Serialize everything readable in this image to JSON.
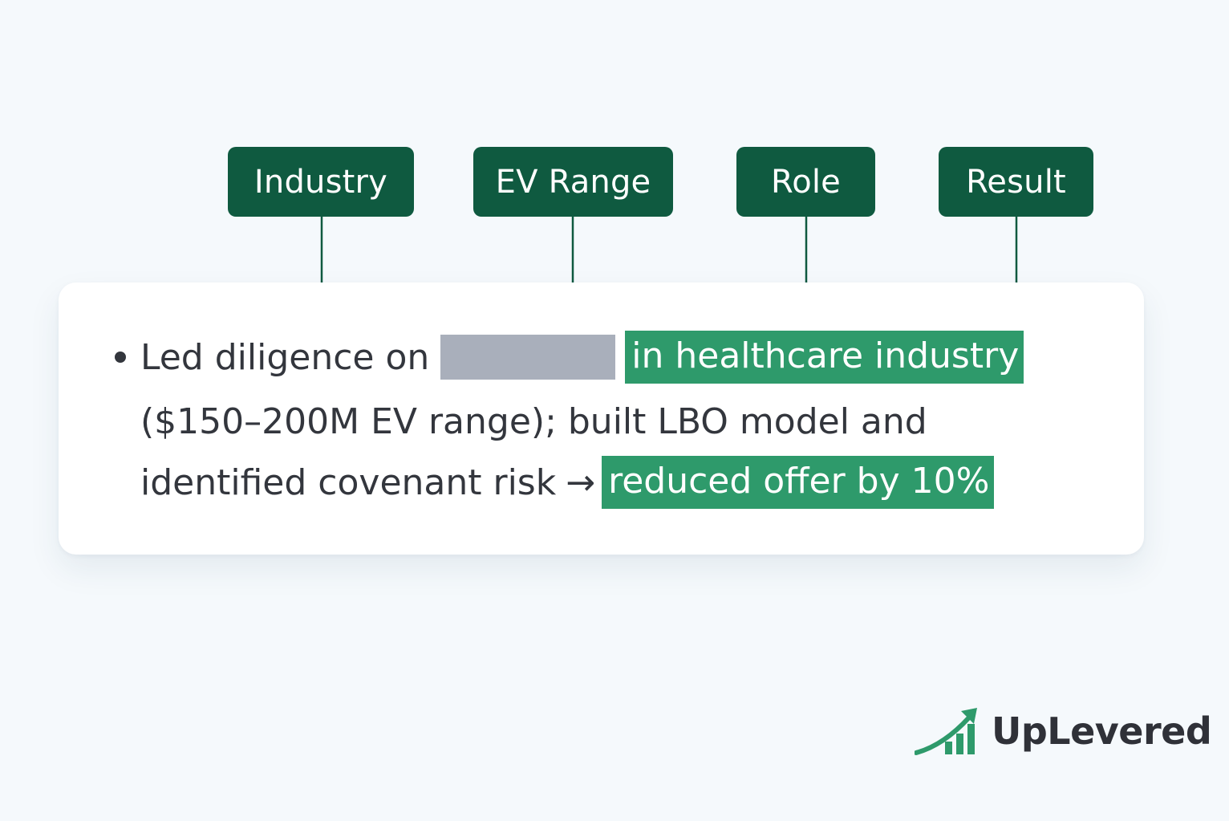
{
  "tags": {
    "industry": "Industry",
    "ev_range": "EV Range",
    "role": "Role",
    "result": "Result"
  },
  "bullet_text": {
    "line1_prefix": "Led diligence on",
    "line1_highlight": "in healthcare industry",
    "line2": "($150–200M EV range); built LBO model and",
    "line3_prefix": "identified covenant risk",
    "line3_arrow": "→",
    "line3_highlight": "reduced offer by 10%"
  },
  "logo": {
    "name": "UpLevered"
  },
  "colors": {
    "tag_bg": "#0f5a40",
    "highlight_bg": "#2e9a6b",
    "redaction": "#a9afbb",
    "connector": "#0f5a40",
    "text": "#33363d",
    "background": "#f5f9fc"
  }
}
